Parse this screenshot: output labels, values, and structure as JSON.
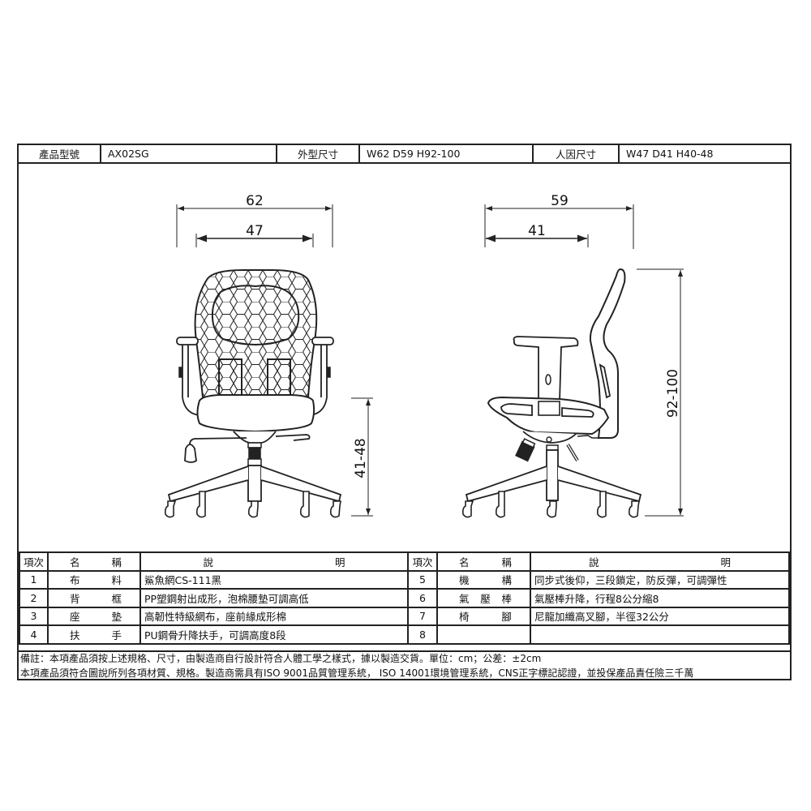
{
  "header": {
    "model_label": "產品型號",
    "model_value": "AX02SG",
    "outer_size_label": "外型尺寸",
    "outer_size_value": "W62 D59 H92-100",
    "ergo_size_label": "人因尺寸",
    "ergo_size_value": "W47 D41 H40-48"
  },
  "drawing": {
    "front_view": {
      "overall_width": "62",
      "seat_width": "47",
      "seat_height": "41-48"
    },
    "side_view": {
      "overall_depth": "59",
      "seat_depth": "41",
      "overall_height": "92-100"
    }
  },
  "parts_table": {
    "headers": {
      "index": "項次",
      "name_chars": [
        "名",
        "稱"
      ],
      "desc_chars": [
        "說",
        "明"
      ]
    },
    "left_rows": [
      {
        "index": "1",
        "name_chars": [
          "布",
          "料"
        ],
        "desc": "鯊魚網CS-111黑"
      },
      {
        "index": "2",
        "name_chars": [
          "背",
          "框"
        ],
        "desc": "PP塑鋼射出成形，泡棉腰墊可調高低"
      },
      {
        "index": "3",
        "name_chars": [
          "座",
          "墊"
        ],
        "desc": "高韌性特級網布，座前緣成形棉"
      },
      {
        "index": "4",
        "name_chars": [
          "扶",
          "手"
        ],
        "desc": "PU鋼骨升降扶手，可調高度8段"
      }
    ],
    "right_rows": [
      {
        "index": "5",
        "name_chars": [
          "機",
          "構"
        ],
        "desc": "同步式後仰，三段鎖定，防反彈，可調彈性"
      },
      {
        "index": "6",
        "name_chars": [
          "氣",
          "壓",
          "棒"
        ],
        "desc": "氣壓棒升降，行程8公分縮8"
      },
      {
        "index": "7",
        "name_chars": [
          "椅",
          "腳"
        ],
        "desc": "尼龍加纖高叉腳，半徑32公分"
      },
      {
        "index": "8",
        "name_chars": [],
        "desc": ""
      }
    ]
  },
  "notes": {
    "line1": "備註：本項產品須按上述規格、尺寸，由製造商自行設計符合人體工學之樣式，據以製造交貨。單位：cm；公差：±2cm",
    "line2": "本項產品須符合圖說所列各項材質、規格。製造商需具有ISO 9001品質管理系統， ISO 14001環境管理系統，CNS正字標記認證，並投保產品責任險三千萬"
  }
}
